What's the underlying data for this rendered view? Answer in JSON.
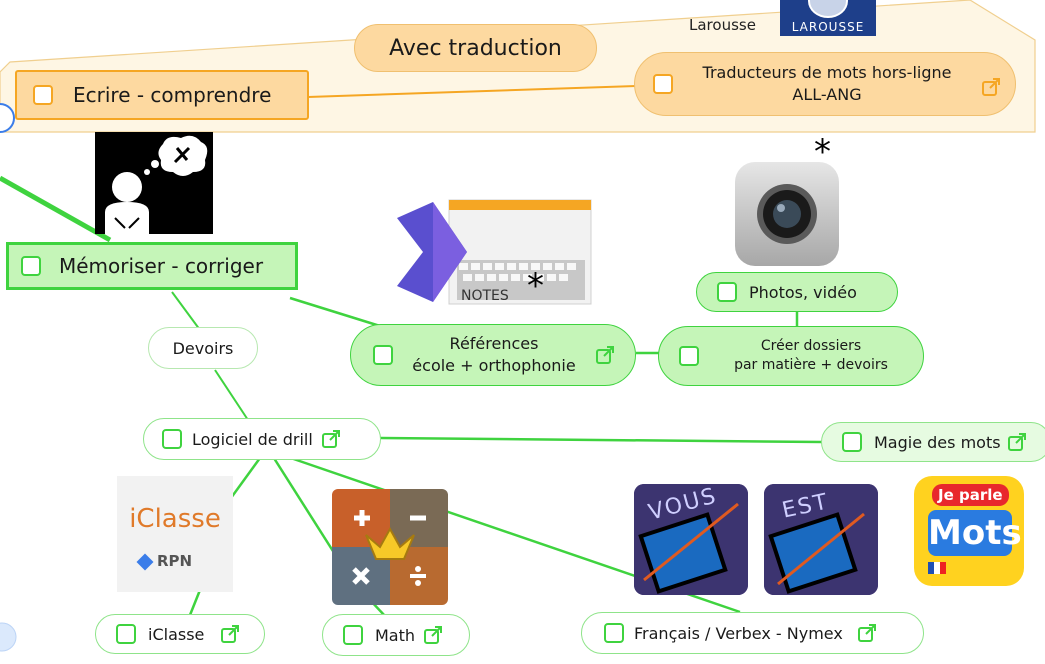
{
  "map": {
    "group": {
      "larousse_label": "Larousse",
      "larousse_logo": "LAROUSSE",
      "avec_traduction": "Avec traduction",
      "ecrire": "Ecrire - comprendre",
      "traducteurs_l1": "Traducteurs de mots hors-ligne",
      "traducteurs_l2": "ALL-ANG"
    },
    "memoriser": "Mémoriser - corriger",
    "devoirs": "Devoirs",
    "references_l1": "Références",
    "references_l2": "école + orthophonie",
    "photos": "Photos, vidéo",
    "creer_l1": "Créer dossiers",
    "creer_l2": "par matière + devoirs",
    "notes_label": "NOTES",
    "asterisk": "*",
    "logiciel": "Logiciel de drill",
    "magie": "Magie des mots",
    "iclasse_logo": "iClasse",
    "iclasse_rpn": "RPN",
    "iclasse": "iClasse",
    "math": "Math",
    "francais": "Français / Verbex - Nymex",
    "verbex_text": "VOUS",
    "nymex_text": "EST",
    "jeparle_top": "Je parle",
    "jeparle_mots": "Mots"
  },
  "colors": {
    "orange": "#f5a623",
    "orange_fill": "#fdd9a0",
    "cream": "#fef6e4",
    "green": "#3fd33f",
    "green_fill": "#c5f5b8",
    "green_light": "#e6fbe1",
    "blue": "#3b7de9"
  },
  "icons": [
    "checkbox-icon",
    "external-link-icon",
    "thinking-person-icon",
    "camera-icon",
    "notes-app-icon",
    "math-app-icon"
  ]
}
